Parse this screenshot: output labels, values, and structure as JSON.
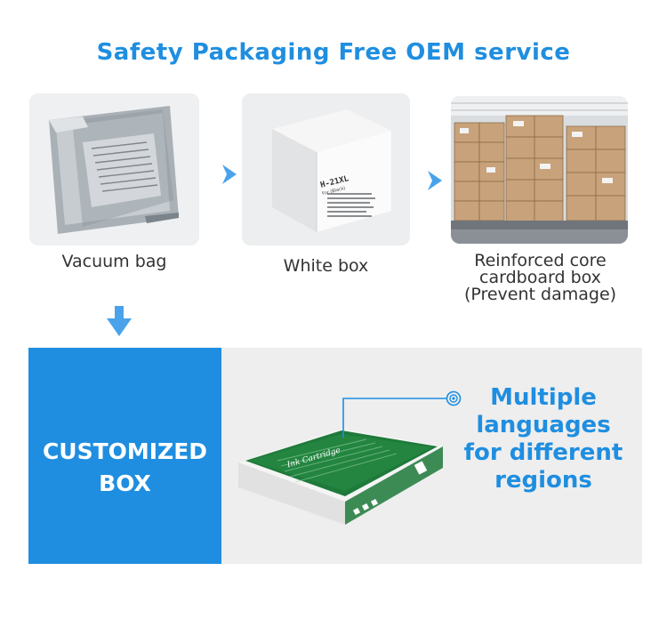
{
  "title": "Safety Packaging Free OEM service",
  "steps": [
    {
      "caption": "Vacuum bag",
      "icon": "vacuum-bag-photo"
    },
    {
      "caption": "White box",
      "icon": "white-box-photo",
      "box_label": "H-21XL",
      "box_sub": "For (Black)"
    },
    {
      "caption_lines": [
        "Reinforced core",
        "cardboard box",
        "(Prevent damage)"
      ],
      "icon": "cardboard-boxes-photo"
    }
  ],
  "customized": {
    "lines": [
      "CUSTOMIZED",
      "BOX"
    ],
    "box_brand": "Ink Cartridge"
  },
  "callout": {
    "lines": [
      "Multiple",
      "languages",
      "for different",
      "regions"
    ]
  },
  "colors": {
    "accent": "#1f8ee0",
    "panel_grey": "#eeeeee",
    "box_green": "#1e7a3a"
  },
  "icons": {
    "arrow_right": "arrow-right-icon",
    "arrow_down": "arrow-down-icon",
    "target": "target-icon"
  }
}
